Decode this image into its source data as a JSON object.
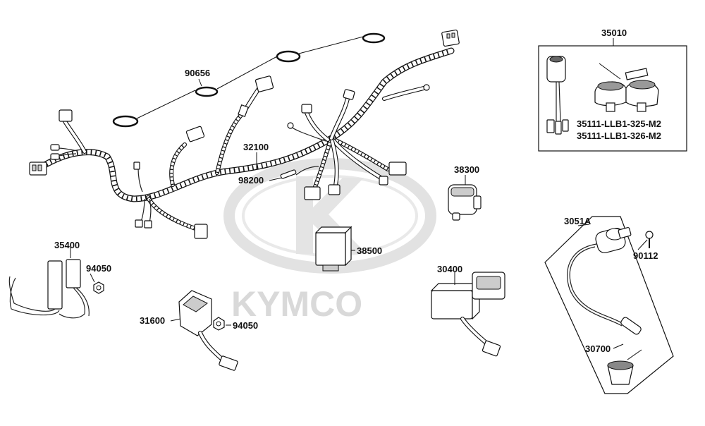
{
  "watermark": {
    "brand": "KYMCO"
  },
  "parts": [
    {
      "id": "p90656",
      "number": "90656"
    },
    {
      "id": "p32100",
      "number": "32100"
    },
    {
      "id": "p98200",
      "number": "98200"
    },
    {
      "id": "p38300",
      "number": "38300"
    },
    {
      "id": "p38500",
      "number": "38500"
    },
    {
      "id": "p35400",
      "number": "35400"
    },
    {
      "id": "p94050a",
      "number": "94050"
    },
    {
      "id": "p31600",
      "number": "31600"
    },
    {
      "id": "p94050b",
      "number": "94050"
    },
    {
      "id": "p30400",
      "number": "30400"
    },
    {
      "id": "p3051A",
      "number": "3051A"
    },
    {
      "id": "p90112",
      "number": "90112"
    },
    {
      "id": "p30700",
      "number": "30700"
    }
  ],
  "key_set": {
    "number": "35010",
    "sub_parts": [
      "35111-LLB1-325-M2",
      "35111-LLB1-326-M2"
    ]
  }
}
